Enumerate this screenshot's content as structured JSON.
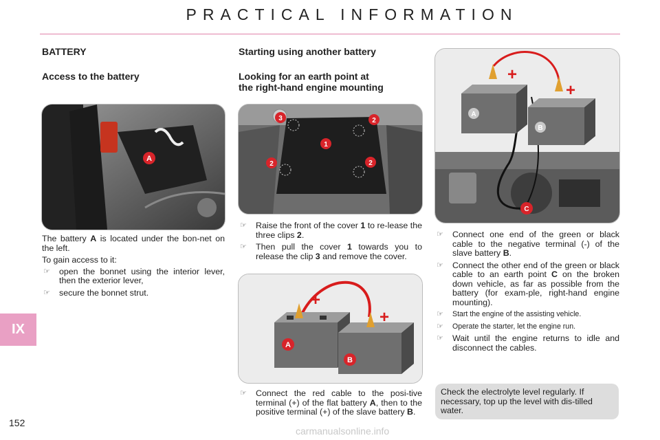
{
  "page_title": "PRACTICAL INFORMATION",
  "chapter_tab": "IX",
  "page_number": "152",
  "watermark": "carmanualsonline.info",
  "battery": {
    "heading": "BATTERY",
    "subheading": "Access to the battery",
    "photo_label": "A",
    "intro_pre": "The battery ",
    "intro_bold": "A",
    "intro_post": " is located under the bon-net on the left.",
    "access_line": "To gain access to it:",
    "steps": [
      "open the bonnet using the interior lever, then the exterior lever,",
      "secure the bonnet strut."
    ]
  },
  "another_battery": {
    "heading": "Starting using another battery",
    "subheading_line1": "Looking for an earth point at",
    "subheading_line2": "the right-hand engine mounting",
    "photo_labels": [
      "3",
      "2",
      "1",
      "2",
      "2"
    ],
    "step1_pre": "Raise the front of the cover ",
    "step1_b1": "1",
    "step1_mid": " to re-lease the three clips ",
    "step1_b2": "2",
    "step1_post": ".",
    "step2_pre": "Then pull the cover ",
    "step2_b1": "1",
    "step2_mid": " towards you to release the clip ",
    "step2_b2": "3",
    "step2_post": " and remove the cover.",
    "diagram_labels": [
      "A",
      "B"
    ],
    "step3_pre": "Connect the red cable to the posi-tive terminal (+) of the flat battery ",
    "step3_b1": "A",
    "step3_mid": ", then to the positive terminal (+) of the slave battery ",
    "step3_b2": "B",
    "step3_post": "."
  },
  "right_column": {
    "diagram_labels": [
      "A",
      "B",
      "C"
    ],
    "step1_pre": "Connect one end of the green or black cable to the negative terminal (-) of the slave battery ",
    "step1_b": "B",
    "step1_post": ".",
    "step2_pre": "Connect the other end of the green or black cable to an earth point ",
    "step2_b": "C",
    "step2_post": " on the broken down vehicle, as far as possible from the battery (for exam-ple, right-hand engine mounting).",
    "step3": "Start the engine of the assisting vehicle.",
    "step4": "Operate the starter, let the engine run.",
    "step5": "Wait until the engine returns to idle and disconnect the cables.",
    "note": "Check the electrolyte level regularly. If necessary, top up the level with dis-tilled water."
  },
  "colors": {
    "accent_pink": "#e9a0c4",
    "label_red": "#d8242a",
    "cable_red": "#d81c1c"
  }
}
